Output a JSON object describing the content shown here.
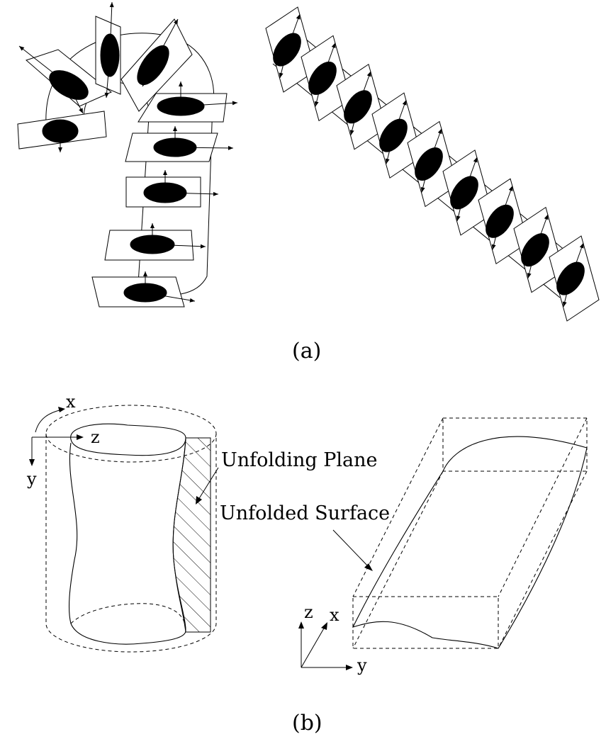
{
  "panel_a": {
    "caption": "(a)"
  },
  "panel_b": {
    "caption": "(b)",
    "annotations": {
      "unfolding_plane": "Unfolding Plane",
      "unfolded_surface": "Unfolded Surface"
    },
    "left_axes": {
      "x": "x",
      "z": "z",
      "y": "y"
    },
    "right_axes": {
      "z": "z",
      "x": "x",
      "y": "y"
    }
  }
}
